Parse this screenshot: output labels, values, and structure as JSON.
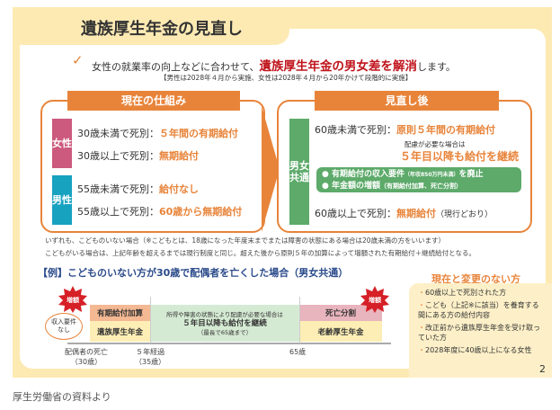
{
  "title": "遺族厚生年金の見直し",
  "lead": {
    "pre": "女性の就業率の向上などに合わせて、",
    "highlight": "遺族厚生年金の男女差を解消",
    "post": "します。",
    "note": "【男性は2028年４月から実施、女性は2028年４月から20年かけて段階的に実施】"
  },
  "current": {
    "header": "現在の仕組み",
    "female_tag": "女性",
    "male_tag": "男性",
    "rows": [
      {
        "cond": "30歳未満で死別：",
        "result": "５年間の有期給付"
      },
      {
        "cond": "30歳以上で死別：",
        "result": "無期給付"
      },
      {
        "cond": "55歳未満で死別：",
        "result": "給付なし"
      },
      {
        "cond": "55歳以上で死別：",
        "result": "60歳から無期給付"
      }
    ]
  },
  "revised": {
    "header": "見直し後",
    "tag": "男女共通",
    "row1": {
      "cond": "60歳未満で死別：",
      "result": "原則５年間の有期給付"
    },
    "care_note": "配慮が必要な場合は",
    "care_result": "５年目以降も給付を継続",
    "bullets": [
      {
        "main": "● 有期給付の収入要件",
        "sub": "（年収850万円未満）",
        "tail": "を廃止"
      },
      {
        "main": "● 年金額の増額",
        "sub": "（有期給付加算、死亡分割）",
        "tail": ""
      }
    ],
    "row2": {
      "cond": "60歳以上で死別：",
      "result": "無期給付",
      "suffix": "（現行どおり）"
    }
  },
  "notes": [
    "いずれも、こどものいない場合（※こどもとは、18歳になった年度末までまたは障害の状態にある場合は20歳未満の方をいいます）",
    "こどもがいる場合は、上記年齢を超えるまでは現行制度と同じ。超えた後から原則５年の加算によって増額された有期給付＋継続給付となる。"
  ],
  "example": {
    "title": "【例】こどものいない方が30歳で配偶者を亡くした場合（男女共通）",
    "badge": "増額",
    "bubble": "収入要件なし",
    "seg_addition": "有期給付加算",
    "seg_survivor": "遺族厚生年金",
    "seg_mid_note": "所得や障害の状態により配慮が必要な場合は",
    "seg_mid_main": "５年目以降も給付を継続",
    "seg_mid_sub": "（最長で65歳まで）",
    "seg_split": "死亡分割",
    "seg_old_age": "老齢厚生年金",
    "axis": [
      {
        "label": "配偶者の死亡",
        "sub": "（30歳）"
      },
      {
        "label": "５年経過",
        "sub": "（35歳）"
      },
      {
        "label": "65歳",
        "sub": ""
      }
    ]
  },
  "unchanged": {
    "title": "現在と変更のない方",
    "items": [
      "60歳以上で死別された方",
      "こども（上記※に該当）を養育する間にある方の給付内容",
      "改正前から遺族厚生年金を受け取っていた方",
      "2028年度に40歳以上になる女性"
    ]
  },
  "page_number": "2",
  "caption": "厚生労働省の資料より"
}
